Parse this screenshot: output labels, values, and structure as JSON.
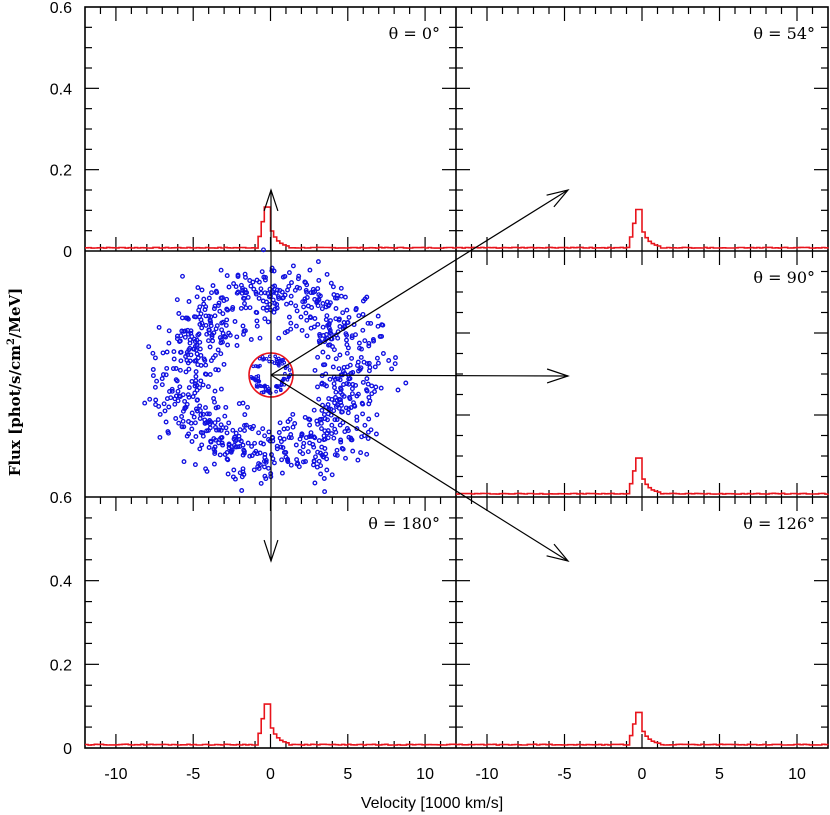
{
  "chart_data": {
    "type": "line",
    "xlabel": "Velocity [1000 km/s]",
    "ylabel": "Flux [phot/s/cm²/MeV]",
    "ylabel_main": "Flux [phot/s/cm",
    "ylabel_sup": "2",
    "ylabel_tail": "/MeV]",
    "xlim": [
      -12,
      12
    ],
    "ylim": [
      0,
      0.6
    ],
    "x_ticks": [
      -10,
      -5,
      0,
      5,
      10
    ],
    "x_tick_labels": [
      "-10",
      "-5",
      "0",
      "5",
      "10"
    ],
    "y_ticks": [
      0,
      0.2,
      0.4,
      0.6
    ],
    "y_tick_labels": [
      "0",
      "0.2",
      "0.4",
      "0.6"
    ],
    "line_color": "#e8141c",
    "scatter_color": "#1010e0",
    "panels": [
      {
        "label": "θ = 0°",
        "theta": 0,
        "peak_velocity": -0.4,
        "peak_flux": 0.108,
        "baseline": 0.008
      },
      {
        "label": "θ = 54°",
        "theta": 54,
        "peak_velocity": -0.4,
        "peak_flux": 0.102,
        "baseline": 0.008
      },
      {
        "label": "θ = 90°",
        "theta": 90,
        "peak_velocity": -0.4,
        "peak_flux": 0.095,
        "baseline": 0.008
      },
      {
        "label": "θ = 126°",
        "theta": 126,
        "peak_velocity": -0.4,
        "peak_flux": 0.085,
        "baseline": 0.008
      },
      {
        "label": "θ = 180°",
        "theta": 180,
        "peak_velocity": -0.4,
        "peak_flux": 0.105,
        "baseline": 0.008
      }
    ]
  }
}
